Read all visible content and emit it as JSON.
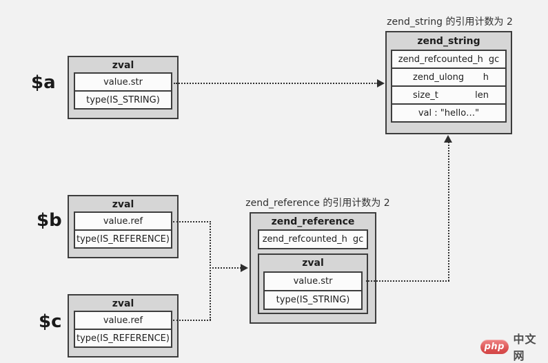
{
  "captions": {
    "zend_string": "zend_string 的引用计数为 2",
    "zend_reference": "zend_reference 的引用计数为 2"
  },
  "labels": {
    "a": "$a",
    "b": "$b",
    "c": "$c"
  },
  "zval_a": {
    "title": "zval",
    "rows": [
      "value.str",
      "type(IS_STRING)"
    ]
  },
  "zval_b": {
    "title": "zval",
    "rows": [
      "value.ref",
      "type(IS_REFERENCE)"
    ]
  },
  "zval_c": {
    "title": "zval",
    "rows": [
      "value.ref",
      "type(IS_REFERENCE)"
    ]
  },
  "zend_string": {
    "title": "zend_string",
    "rows": [
      {
        "left": "zend_refcounted_h",
        "right": "gc"
      },
      {
        "left": "zend_ulong",
        "right": "h"
      },
      {
        "left": "size_t",
        "right": "len"
      },
      {
        "center": "val : \"hello…\""
      }
    ]
  },
  "zend_reference": {
    "title": "zend_reference",
    "gc_row": {
      "left": "zend_refcounted_h",
      "right": "gc"
    },
    "zval": {
      "title": "zval",
      "rows": [
        "value.str",
        "type(IS_STRING)"
      ]
    }
  },
  "watermark": {
    "badge": "php",
    "text": "中文网"
  },
  "colors": {
    "background": "#f2f2f2",
    "box_fill": "#d6d6d6",
    "row_fill": "#fbfbfb",
    "border": "#3c3c3c",
    "arrow": "#2e2e2e",
    "badge": "#da4f4f"
  }
}
